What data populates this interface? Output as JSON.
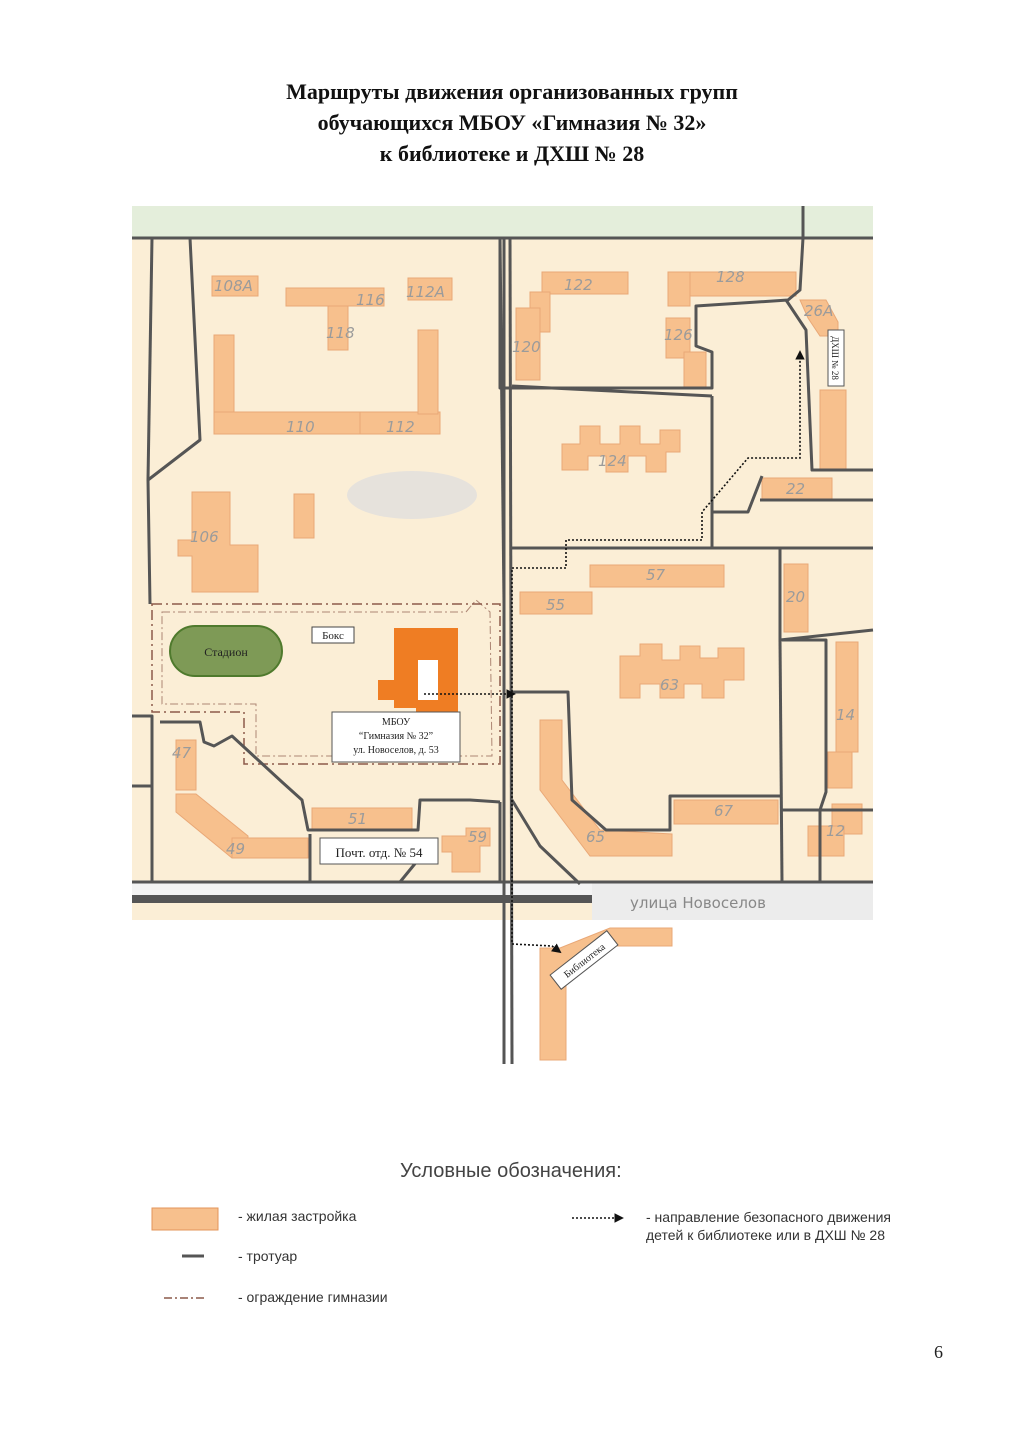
{
  "title": {
    "line1": "Маршруты движения организованных групп",
    "line2": "обучающихся МБОУ «Гимназия № 32»",
    "line3": "к библиотеке и ДХШ № 28"
  },
  "map": {
    "building_numbers": {
      "b108a": "108А",
      "b116": "116",
      "b112a": "112А",
      "b118": "118",
      "b110": "110",
      "b112": "112",
      "b106": "106",
      "b122": "122",
      "b128": "128",
      "b126": "126",
      "b120": "120",
      "b26a": "26А",
      "b124": "124",
      "b22": "22",
      "b57": "57",
      "b55": "55",
      "b20": "20",
      "b63": "63",
      "b14": "14",
      "b47": "47",
      "b51": "51",
      "b49": "49",
      "b59": "59",
      "b65": "65",
      "b67": "67",
      "b12": "12"
    },
    "stadium_label": "Стадион",
    "box_label": "Бокс",
    "school": {
      "line1": "МБОУ",
      "line2": "“Гимназия № 32”",
      "line3": "ул. Новоселов, д. 53"
    },
    "post_office": "Почт. отд. № 54",
    "street_name": "улица Новоселов",
    "library_label": "Библиотека",
    "art_school_label": "ДХШ № 28",
    "colors": {
      "building": "#f7c08d",
      "building_stroke": "#e3955a",
      "ground": "#fbeed6",
      "road": "#555555",
      "school": "#ef7d23",
      "stadium": "#7e9a56",
      "green": "#e4eedb"
    }
  },
  "legend": {
    "title": "Условные обозначения:",
    "residential": "- жилая застройка",
    "sidewalk": "- тротуар",
    "fence": "- ограждение гимназии",
    "route_line1": "- направление безопасного движения",
    "route_line2": "детей к библиотеке или в ДХШ № 28"
  },
  "page_number": "6"
}
